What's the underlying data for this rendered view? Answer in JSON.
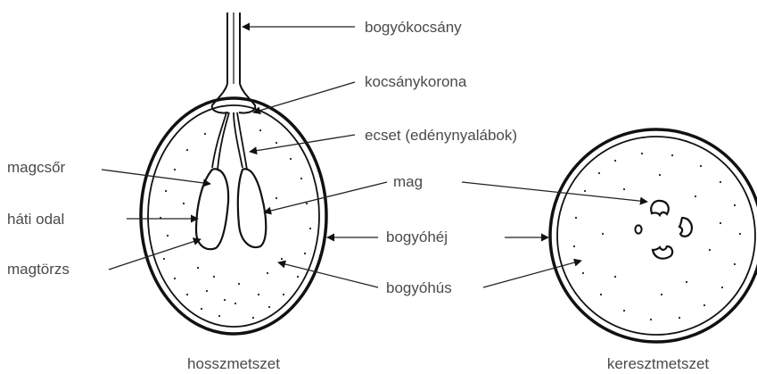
{
  "labels": {
    "stem": "bogyókocsány",
    "stem_crown": "kocsánykorona",
    "brush": "ecset (edénynyalábok)",
    "seed_beak": "magcsőr",
    "seed": "mag",
    "dorsal_side": "háti odal",
    "skin": "bogyóhéj",
    "seed_body": "magtörzs",
    "flesh": "bogyóhús"
  },
  "captions": {
    "longitudinal": "hosszmetszet",
    "cross": "keresztmetszet"
  },
  "colors": {
    "line": "#111111",
    "text": "#4a4a4a",
    "background": "#ffffff"
  }
}
